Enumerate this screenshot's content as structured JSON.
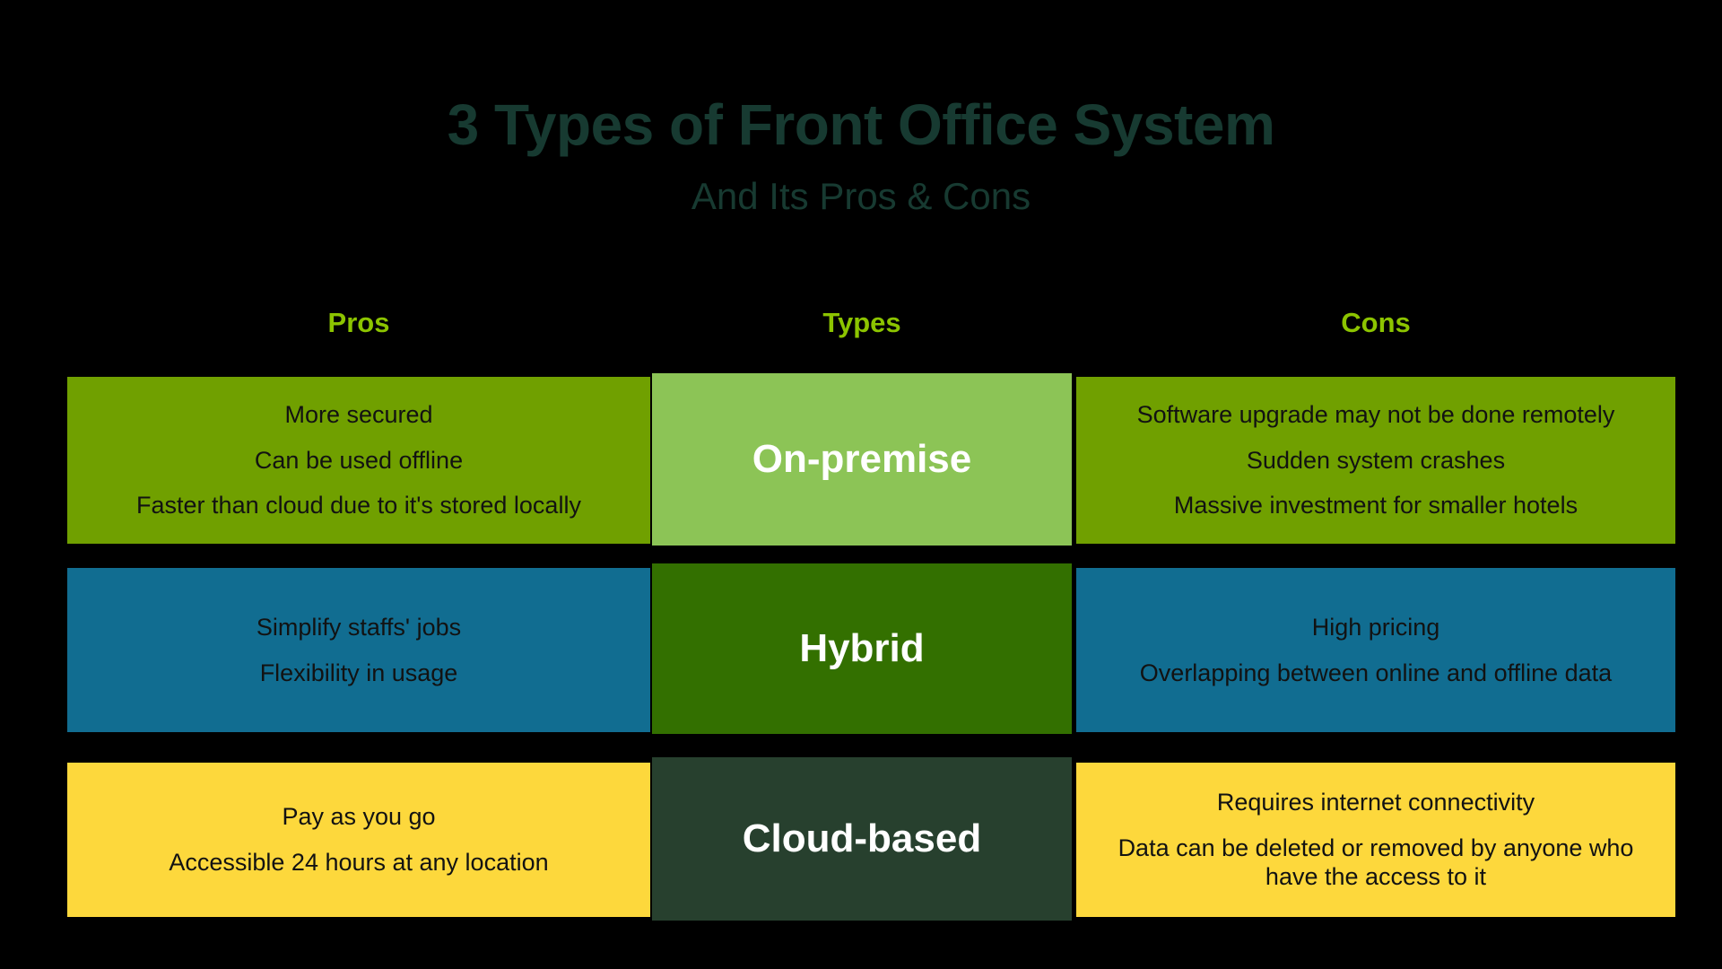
{
  "header": {
    "title": "3 Types of Front Office System",
    "subtitle": "And Its Pros & Cons",
    "title_color": "#173a31",
    "background_color": "#000000"
  },
  "columns": {
    "pros_label": "Pros",
    "types_label": "Types",
    "cons_label": "Cons",
    "header_color": "#8cc400"
  },
  "rows": [
    {
      "type": "On-premise",
      "side_color": "#70a000",
      "center_color": "#8cc456",
      "text_color": "#121212",
      "label_color": "#ffffff",
      "pros": [
        "More secured",
        "Can be used offline",
        "Faster than cloud due to it's stored locally"
      ],
      "cons": [
        "Software upgrade may not be done remotely",
        "Sudden system crashes",
        "Massive investment for smaller hotels"
      ]
    },
    {
      "type": "Hybrid",
      "side_color": "#116d91",
      "center_color": "#337000",
      "text_color": "#121212",
      "label_color": "#ffffff",
      "pros": [
        "Simplify staffs' jobs",
        "Flexibility in usage"
      ],
      "cons": [
        "High pricing",
        "Overlapping between online and offline data"
      ]
    },
    {
      "type": "Cloud-based",
      "side_color": "#fdd83c",
      "center_color": "#27402e",
      "text_color": "#121212",
      "label_color": "#ffffff",
      "pros": [
        "Pay as you go",
        "Accessible 24 hours at any location"
      ],
      "cons": [
        "Requires internet connectivity",
        "Data can be deleted or removed by anyone who have the access to it"
      ]
    }
  ]
}
